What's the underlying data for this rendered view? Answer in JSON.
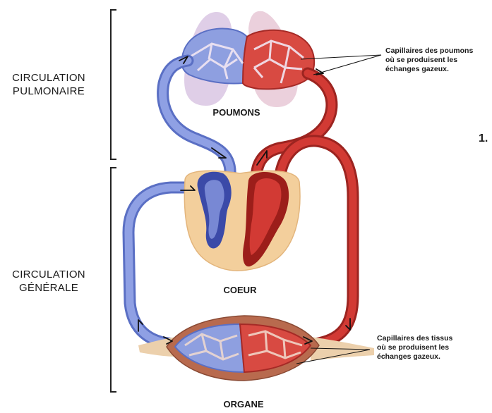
{
  "labels": {
    "pulmonary_circulation": [
      "CIRCULATION",
      "PULMONAIRE"
    ],
    "systemic_circulation": [
      "CIRCULATION",
      "GÉNÉRALE"
    ],
    "lungs": "POUMONS",
    "heart": "COEUR",
    "organ": "ORGANE",
    "figure_number": "1."
  },
  "annotations": {
    "lung_capillaries": [
      "Capillaires des poumons",
      "où se produisent les",
      "échanges gazeux."
    ],
    "tissue_capillaries": [
      "Capillaires des tissus",
      "où se produisent les",
      "échanges gazeux."
    ]
  },
  "colors": {
    "deoxygenated": "#7f8fd8",
    "oxygenated": "#c8302c",
    "lung_tissue": "#d8c8e4",
    "heart_tissue": "#f3cf9c",
    "muscle": "#b86a4e",
    "tendon": "#e9c9a3"
  }
}
